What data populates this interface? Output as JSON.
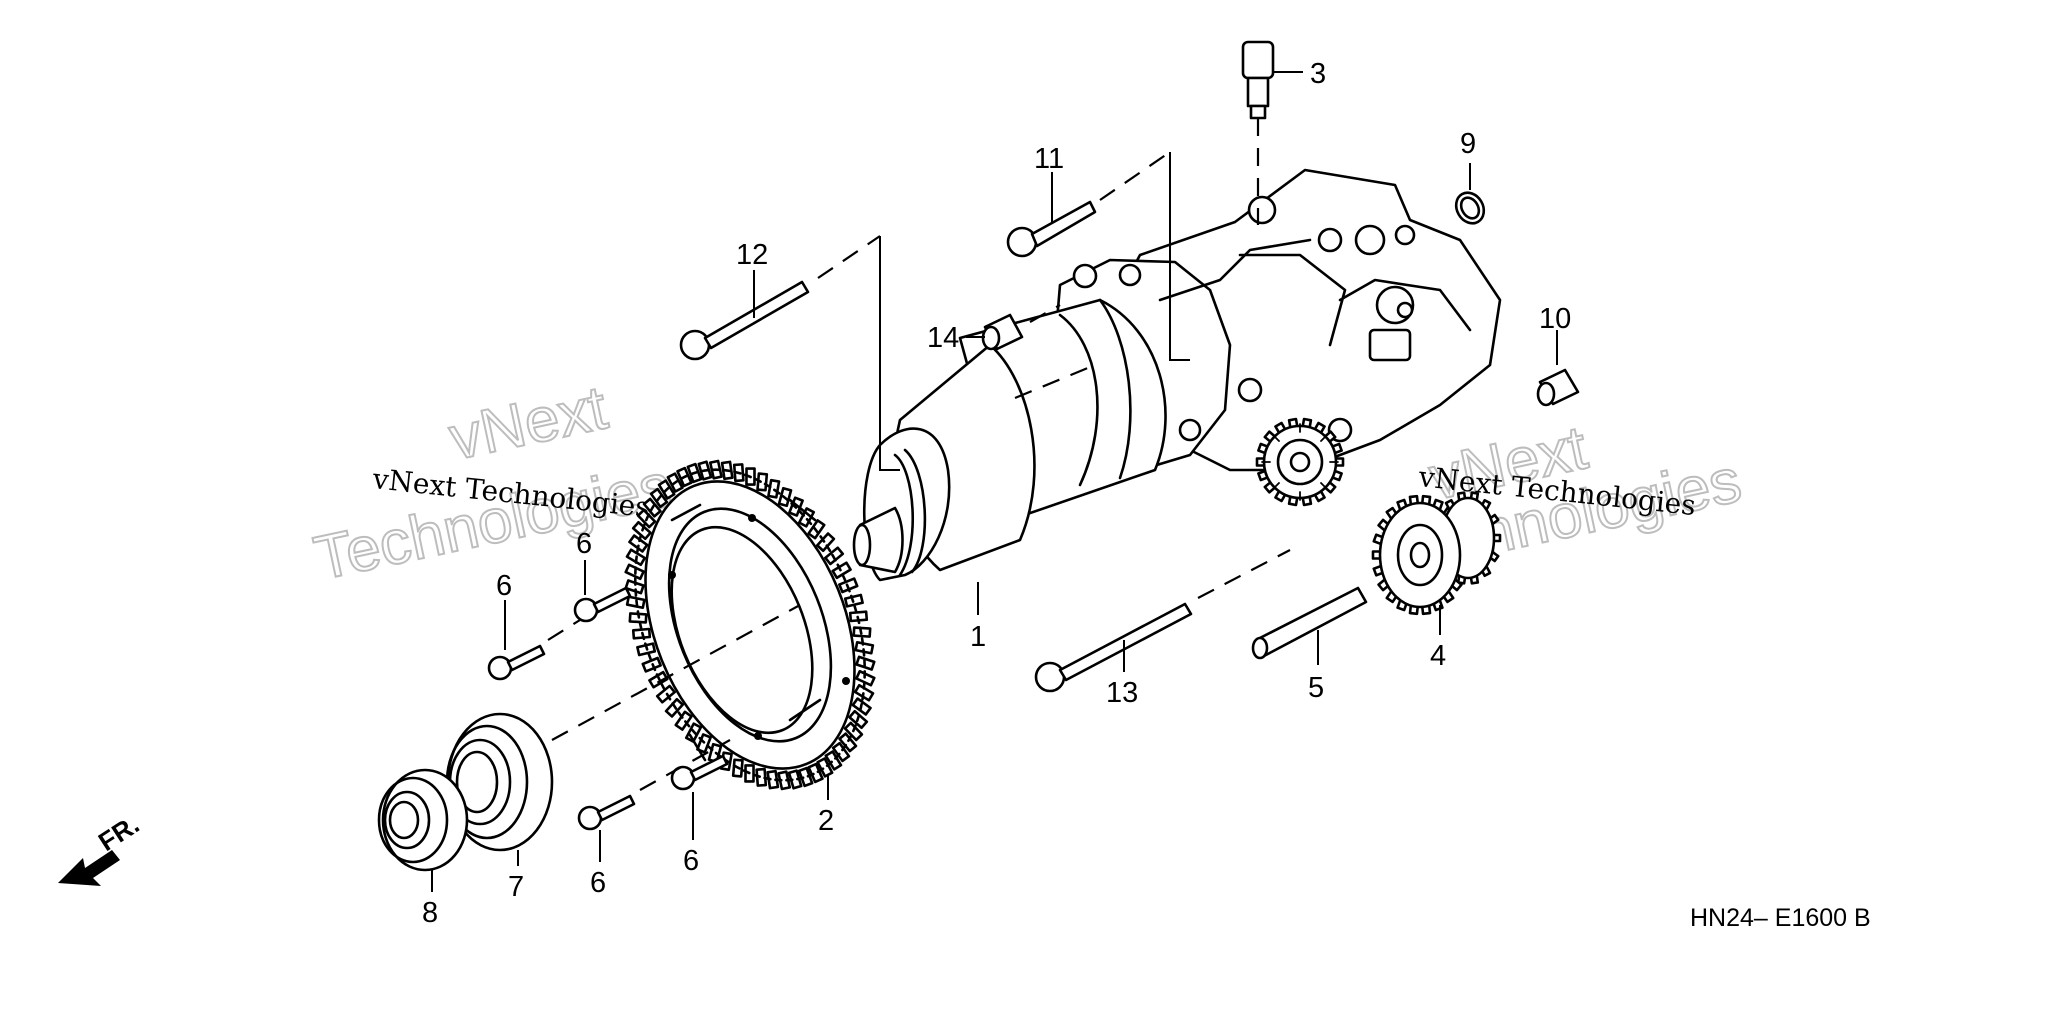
{
  "diagram": {
    "callouts": {
      "c1": "1",
      "c2": "2",
      "c3": "3",
      "c4": "4",
      "c5": "5",
      "c6a": "6",
      "c6b": "6",
      "c6c": "6",
      "c6d": "6",
      "c7": "7",
      "c8": "8",
      "c9": "9",
      "c10": "10",
      "c11": "11",
      "c12": "12",
      "c13": "13",
      "c14": "14"
    },
    "front_marker": "FR.",
    "diagram_code": "HN24– E1600 B"
  },
  "watermark": {
    "line_text": "vNext Technologies",
    "brand_top": "vNext",
    "brand_bottom": "Technologies"
  },
  "colors": {
    "ink": "#000000",
    "watermark": "#bdbdbd",
    "background": "#ffffff"
  }
}
